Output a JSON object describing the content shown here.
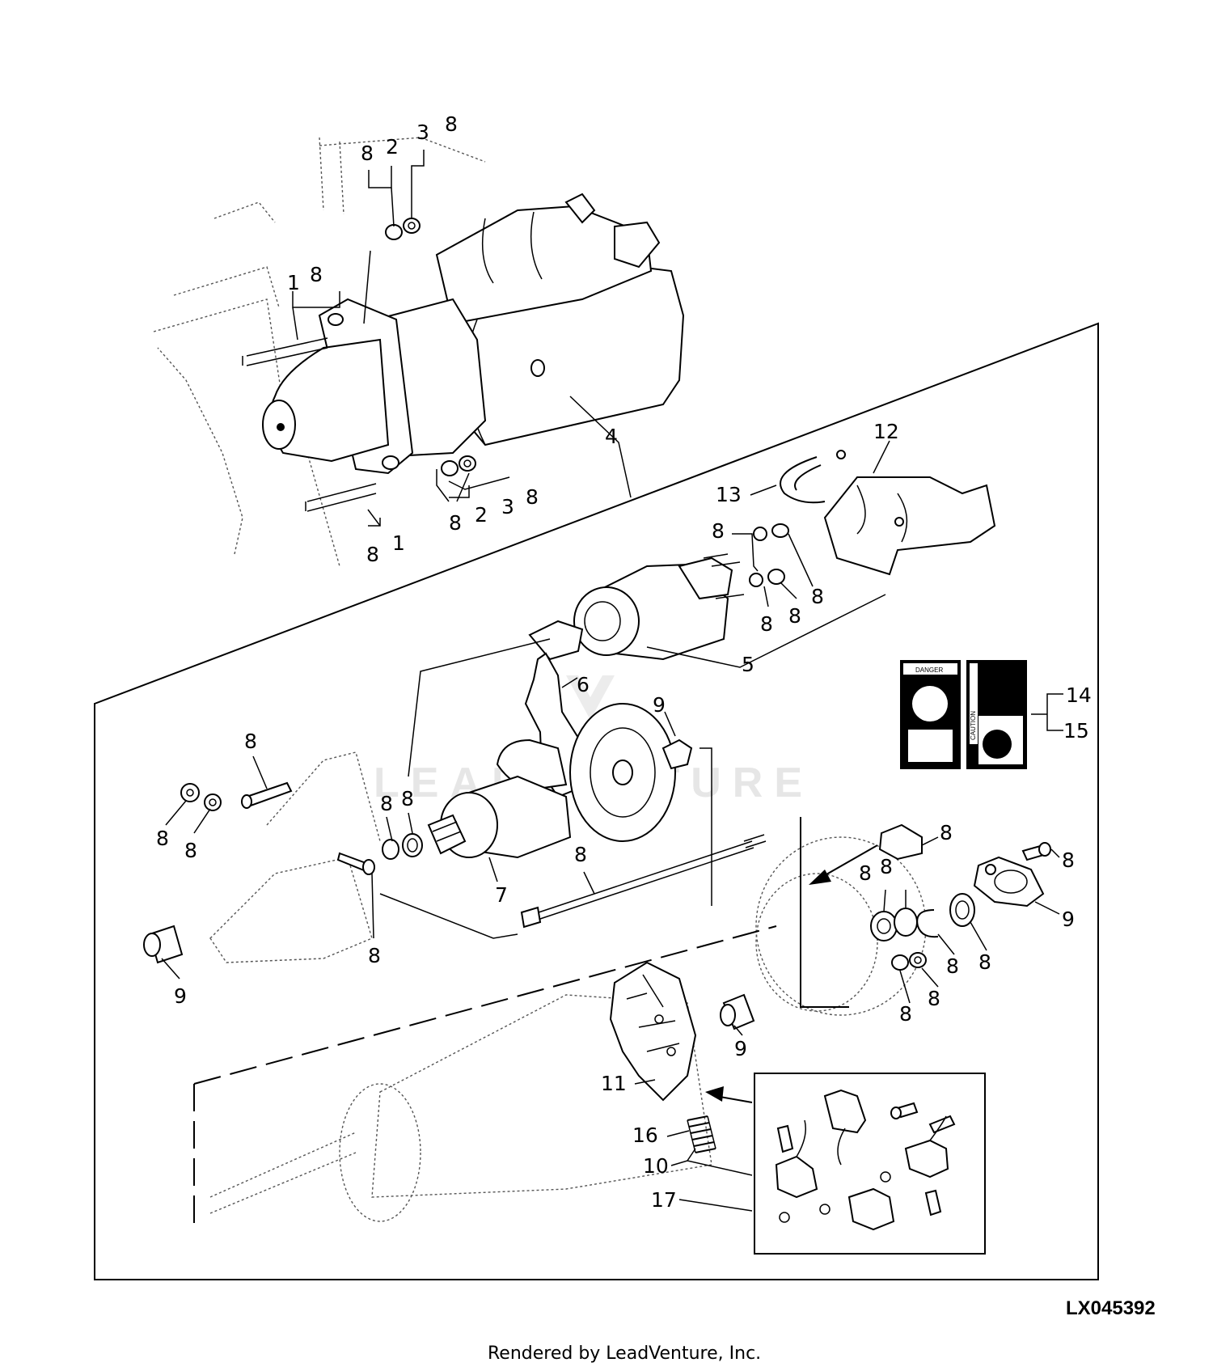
{
  "diagram": {
    "callouts": {
      "c_8_top_a": "8",
      "c_2_top": "2",
      "c_3_top": "3",
      "c_8_top_b": "8",
      "c_1_top": "1",
      "c_8_top_c": "8",
      "c_4": "4",
      "c_2_low": "2",
      "c_3_low": "3",
      "c_8_low_a": "8",
      "c_8_low_b": "8",
      "c_8_stud": "8",
      "c_1_stud": "1",
      "c_12": "12",
      "c_13": "13",
      "c_8_sol_a": "8",
      "c_8_sol_b": "8",
      "c_8_sol_c": "8",
      "c_8_sol_d": "8",
      "c_5": "5",
      "c_6": "6",
      "c_9_plate": "9",
      "c_14": "14",
      "c_15": "15",
      "c_8_bolt": "8",
      "c_8_nut_a": "8",
      "c_8_nut_b": "8",
      "c_8_ring_a": "8",
      "c_8_ring_b": "8",
      "c_7": "7",
      "c_8_rod": "8",
      "c_8_screw": "8",
      "c_9_bush_left": "9",
      "c_8_term": "8",
      "c_8_cap_screw": "8",
      "c_9_cap": "9",
      "c_8_w1": "8",
      "c_8_w2": "8",
      "c_8_clip": "8",
      "c_8_seal": "8",
      "c_8_w3": "8",
      "c_8_w4": "8",
      "c_9_bush_mid": "9",
      "c_11": "11",
      "c_16": "16",
      "c_10": "10",
      "c_17": "17"
    },
    "decals": {
      "danger_label": "DANGER",
      "caution_label": "CAUTION"
    },
    "figure_id": "LX045392",
    "watermark": "LEADVENTURE",
    "footer": "Rendered by LeadVenture, Inc."
  }
}
